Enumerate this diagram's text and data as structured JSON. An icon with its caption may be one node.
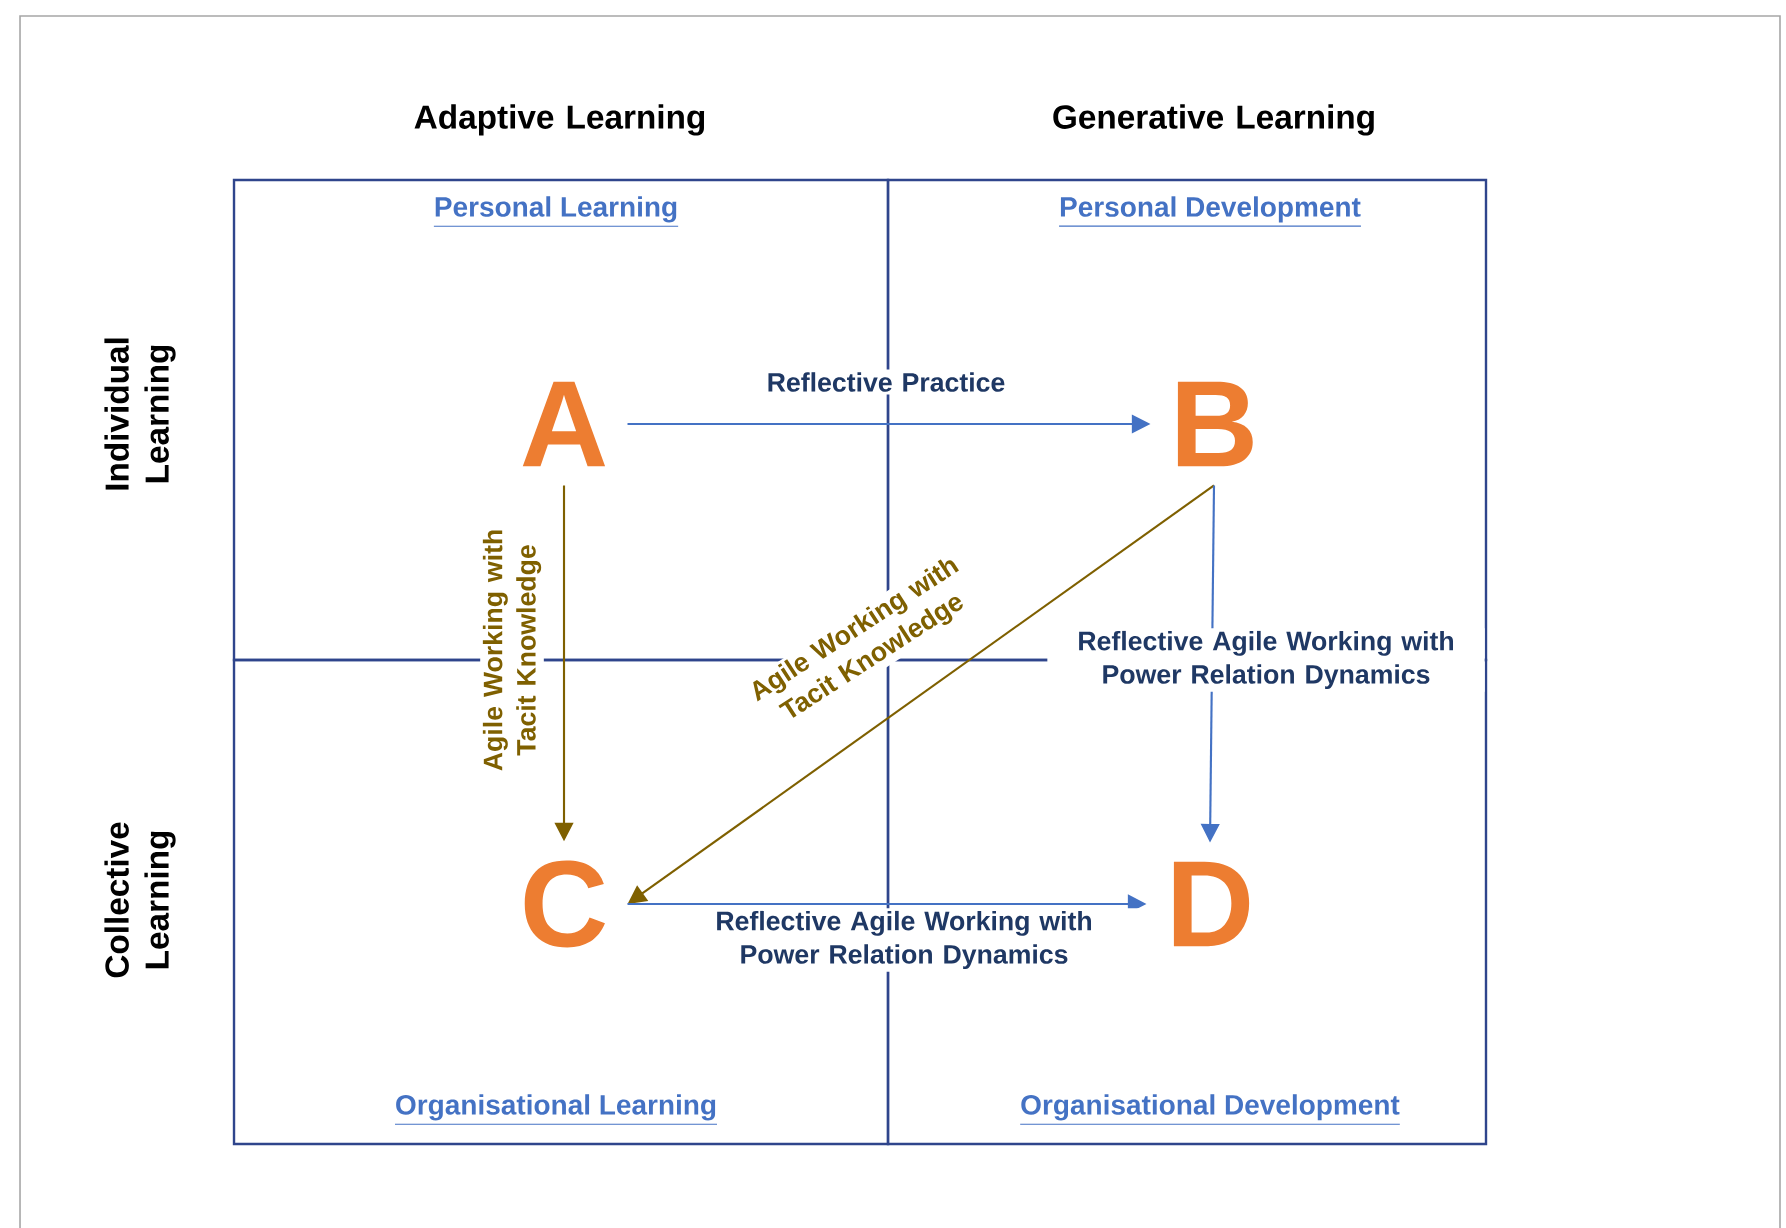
{
  "diagram": {
    "nodes": [
      {
        "text": [
          "Personal Learning"
        ]
      },
      {
        "text": [
          "A"
        ],
        "in": 0
      },
      {
        "text": [
          "Personal Development"
        ]
      },
      {
        "text": [
          "B"
        ],
        "in": 2
      },
      {
        "text": [
          "Organisational Learning"
        ]
      },
      {
        "text": [
          "C"
        ],
        "in": 4
      },
      {
        "text": [
          "Organisational Development"
        ]
      },
      {
        "text": [
          "D"
        ],
        "in": 6
      }
    ],
    "edges": [
      {
        "from": 1,
        "to": 3,
        "arrow": "to",
        "label": "Reflective Practice"
      },
      {
        "from": 1,
        "to": 5,
        "arrow": "to",
        "label": "Agile Working with Tacit Knowledge",
        "color": "#7f6000"
      },
      {
        "from": 3,
        "to": 5,
        "arrow": "to",
        "label": "Agile Working with Tacit Knowledge",
        "color": "#7f6000"
      },
      {
        "from": 3,
        "to": 7,
        "arrow": "to",
        "label": "Reflective Agile Working with Power Relation Dynamics"
      },
      {
        "from": 5,
        "to": 7,
        "arrow": "to",
        "label": "Reflective Agile Working with Power Relation Dynamics"
      }
    ],
    "labels": [
      "Adaptive Learning",
      "Generative Learning",
      "Individual Learning",
      "Collective Learning"
    ]
  }
}
